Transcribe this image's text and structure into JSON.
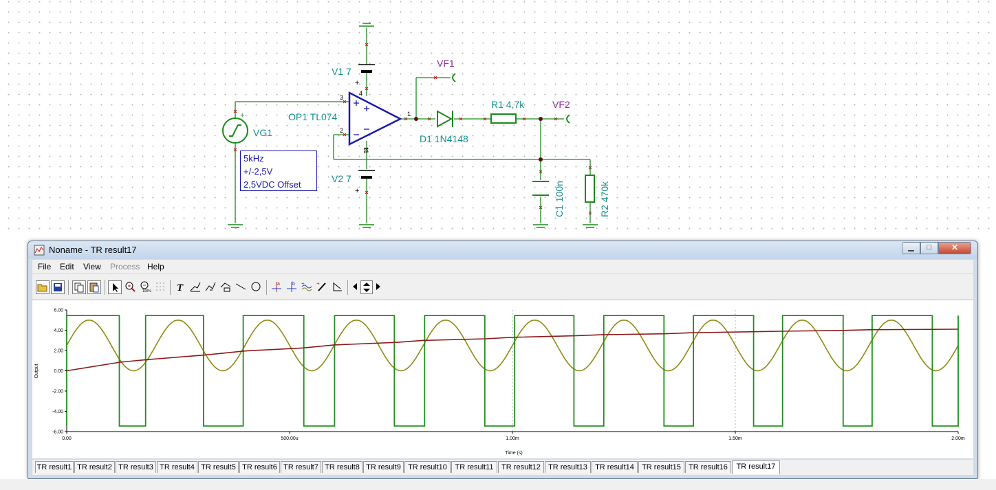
{
  "schematic": {
    "labels": {
      "v1": "V1 7",
      "v2": "V2 7",
      "op1": "OP1 TL074",
      "vg1": "VG1",
      "vf1": "VF1",
      "vf2": "VF2",
      "r1": "R1 4,7k",
      "d1": "D1 1N4148",
      "c1": "C1 100n",
      "r2": "R2 470k"
    },
    "pins": {
      "p3": "3",
      "p2": "2",
      "p1": "1",
      "p4": "4",
      "p11": "11"
    },
    "plus": "+",
    "note": {
      "line1": "5kHz",
      "line2": "+/-2,5V",
      "line3": "2,5VDC Offset"
    }
  },
  "window": {
    "title": "Noname - TR result17",
    "menu": [
      "File",
      "Edit",
      "View",
      "Process",
      "Help"
    ],
    "minimize": "▁",
    "maximize": "□",
    "close": "✕"
  },
  "toolbar_icons": [
    "open-folder-icon",
    "save-icon",
    "copy-icon",
    "paste-icon",
    "pointer-icon",
    "zoom-in-icon",
    "zoom-100-icon",
    "grid-icon",
    "text-icon",
    "trace-icon",
    "trace-2-icon",
    "trace-3-icon",
    "line-icon",
    "circle-icon",
    "cursor-a-icon",
    "cursor-b-icon",
    "markers-icon",
    "pen-icon",
    "angle-icon",
    "left-arrow-icon",
    "updown-icon",
    "right-arrow-icon"
  ],
  "colors": {
    "square": "#1f8f1f",
    "sine": "#8f8a14",
    "dc": "#8b1a1a",
    "schematic_green": "#1a8a1a",
    "opamp_blue": "#1a1aa8"
  },
  "chart_data": {
    "type": "line",
    "xlabel": "Time (s)",
    "ylabel": "Output",
    "xlim": [
      0,
      0.002
    ],
    "ylim": [
      -6,
      6
    ],
    "x_ticks": [
      "0.00",
      "500.00u",
      "1.00m",
      "1.50m",
      "2.00m"
    ],
    "y_ticks": [
      "6.00",
      "4.00",
      "2.00",
      "0.00",
      "-2.00",
      "-4.00",
      "-6.00"
    ],
    "grid": "dotted at 1.00m and 1.50m",
    "series": [
      {
        "kind": "sine",
        "frequency_hz": 5000,
        "offset": 2.5,
        "amplitude": 2.5,
        "phase_start": 2.5,
        "color": "#8f8a14"
      },
      {
        "kind": "square",
        "high": 5.45,
        "low": -5.45,
        "low_intervals": [
          [
            0.000118,
            0.000177
          ],
          [
            0.000307,
            0.000396
          ],
          [
            0.000532,
            0.000601
          ],
          [
            0.000735,
            0.000803
          ],
          [
            0.000938,
            0.001005
          ],
          [
            0.001138,
            0.001205
          ],
          [
            0.00134,
            0.001406
          ],
          [
            0.001541,
            0.001606
          ],
          [
            0.001742,
            0.001807
          ],
          [
            0.001942,
            0.002
          ]
        ],
        "color": "#1f8f1f"
      },
      {
        "kind": "dc",
        "points": [
          [
            0,
            0
          ],
          [
            0.00012,
            0.85
          ],
          [
            0.00018,
            1.1
          ],
          [
            0.00031,
            1.55
          ],
          [
            0.0004,
            1.95
          ],
          [
            0.00053,
            2.25
          ],
          [
            0.0006,
            2.55
          ],
          [
            0.00074,
            2.8
          ],
          [
            0.0008,
            3.0
          ],
          [
            0.00094,
            3.15
          ],
          [
            0.001,
            3.3
          ],
          [
            0.00114,
            3.45
          ],
          [
            0.0012,
            3.55
          ],
          [
            0.00134,
            3.65
          ],
          [
            0.0014,
            3.75
          ],
          [
            0.00154,
            3.85
          ],
          [
            0.0016,
            3.9
          ],
          [
            0.00174,
            3.98
          ],
          [
            0.0018,
            4.05
          ],
          [
            0.002,
            4.1
          ]
        ],
        "color": "#8b1a1a"
      }
    ]
  },
  "tabs": [
    "TR result1",
    "TR result2",
    "TR result3",
    "TR result4",
    "TR result5",
    "TR result6",
    "TR result7",
    "TR result8",
    "TR result9",
    "TR result10",
    "TR result11",
    "TR result12",
    "TR result13",
    "TR result14",
    "TR result15",
    "TR result16",
    "TR result17"
  ],
  "active_tab": "TR result17"
}
